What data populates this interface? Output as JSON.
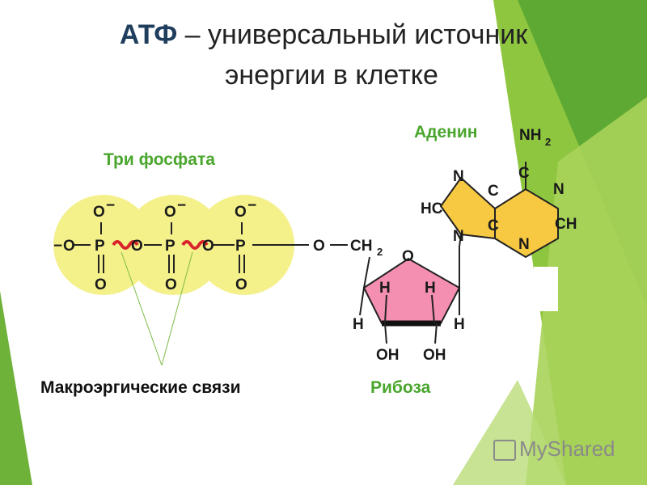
{
  "title": {
    "line1_bold": "АТФ",
    "line1_rest": " – универсальный источник",
    "line2": "энергии в клетке"
  },
  "labels": {
    "phosphates": "Три фосфата",
    "adenine": "Аденин",
    "ribose": "Рибоза",
    "macroergic": "Макроэргические связи"
  },
  "atoms": {
    "o": "O",
    "o_minus": "O",
    "minus": "−",
    "p": "P",
    "c": "C",
    "n": "N",
    "h": "H",
    "oh": "OH",
    "hc": "HC",
    "ch": "CH",
    "ch2": "CH",
    "nh2": "NH",
    "two": "2"
  },
  "watermark": "MyShared",
  "colors": {
    "phosphate_fill": "#f4f08a",
    "ribose_fill": "#f48fb1",
    "adenine_fill": "#f7c842",
    "bond_wave": "#d9232a",
    "accent_green": "#4aa62d"
  }
}
